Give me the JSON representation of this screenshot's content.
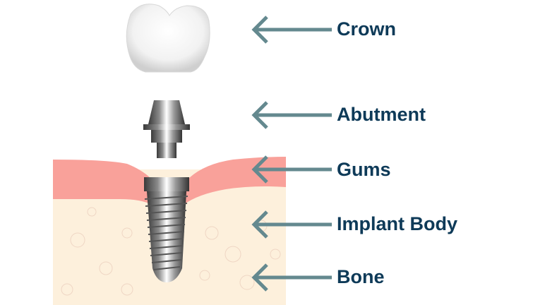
{
  "colors": {
    "arrow": "#64898f",
    "label": "#0e3a58",
    "gum": "#f9a19a",
    "bone": "#fdf0dc",
    "metal": "#9a9a9a"
  },
  "labels": [
    "Crown",
    "Abutment",
    "Gums",
    "Implant Body",
    "Bone"
  ]
}
